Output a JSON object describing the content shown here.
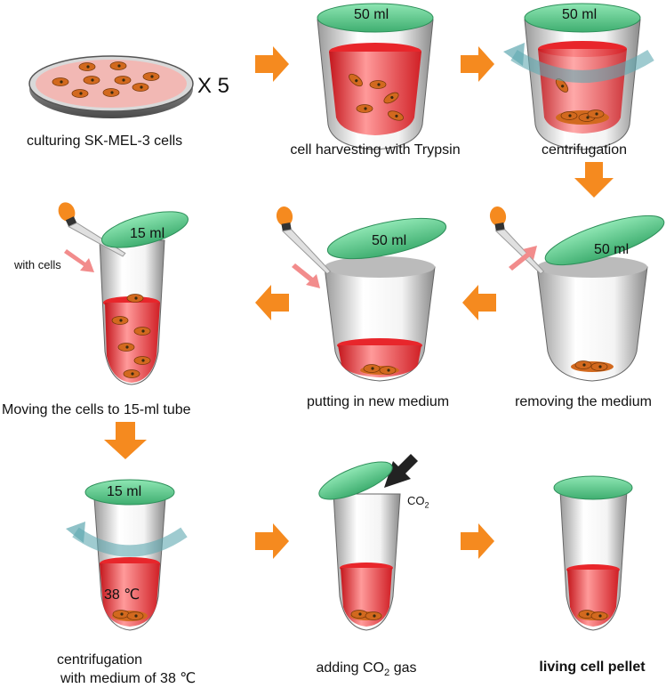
{
  "colors": {
    "arrow": "#F58A1F",
    "lid": "#6FD39A",
    "lid_dark": "#2E8F5A",
    "medium": "#E8262B",
    "cell": "#D2691E",
    "spin": "#5FA8B0",
    "pink_arrow": "#F28C8C",
    "dish": "#F2B8B4"
  },
  "steps": {
    "s1": {
      "caption": "culturing SK-MEL-3 cells",
      "multiplier": "X 5"
    },
    "s2": {
      "caption": "cell harvesting with Trypsin",
      "tube_label": "50 ml"
    },
    "s3": {
      "caption": "centrifugation",
      "tube_label": "50 ml"
    },
    "s4": {
      "caption": "removing the medium",
      "tube_label": "50 ml"
    },
    "s5": {
      "caption": "putting in new medium",
      "tube_label": "50 ml"
    },
    "s6": {
      "caption": "Moving the cells to 15-ml tube",
      "tube_label": "15 ml",
      "pipette_note": "with cells"
    },
    "s7": {
      "caption_line1": "centrifugation",
      "caption_line2": "with medium of 38 ℃",
      "tube_label": "15 ml",
      "temp_label": "38 ℃"
    },
    "s8": {
      "caption_prefix": "adding CO",
      "caption_sub": "2",
      "caption_suffix": " gas",
      "gas_label": "CO",
      "gas_sub": "2"
    },
    "s9": {
      "caption": "living cell pellet"
    }
  }
}
